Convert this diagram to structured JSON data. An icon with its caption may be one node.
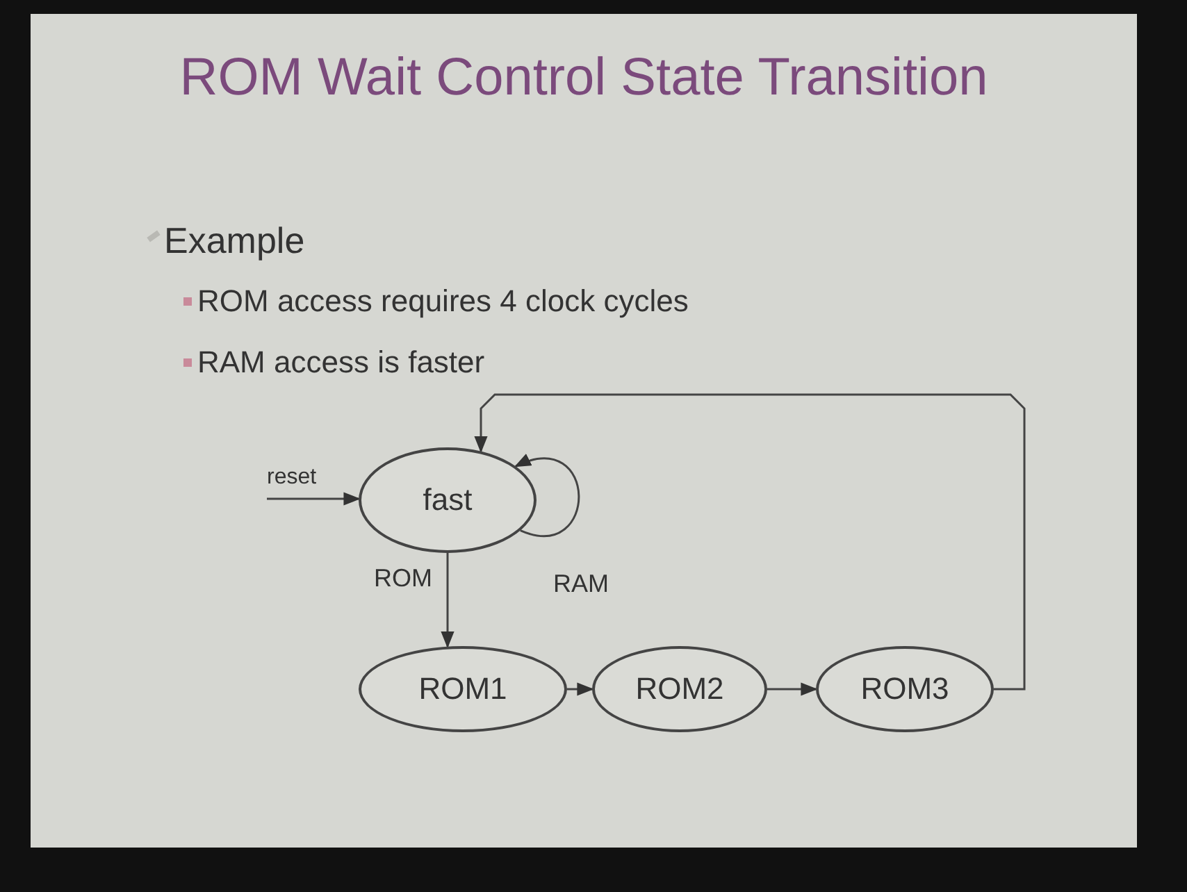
{
  "diagram": {
    "title": "ROM Wait Control State Transition",
    "nodes": [
      {
        "text": [
          "reset"
        ]
      },
      {
        "text": [
          "fast"
        ]
      },
      {
        "text": [
          "ROM1"
        ]
      },
      {
        "text": [
          "ROM2"
        ]
      },
      {
        "text": [
          "ROM3"
        ]
      }
    ],
    "edges": [
      {
        "from": 0,
        "to": 1,
        "arrow": "to"
      },
      {
        "from": 1,
        "to": 1,
        "arrow": "to",
        "label": "RAM"
      },
      {
        "from": 1,
        "to": 2,
        "arrow": "to",
        "label": "ROM"
      },
      {
        "from": 2,
        "to": 3,
        "arrow": "to"
      },
      {
        "from": 3,
        "to": 4,
        "arrow": "to"
      },
      {
        "from": 4,
        "to": 1,
        "arrow": "to"
      }
    ],
    "labels": [
      "Example",
      "ROM access requires 4 clock cycles",
      "RAM access is faster"
    ]
  }
}
